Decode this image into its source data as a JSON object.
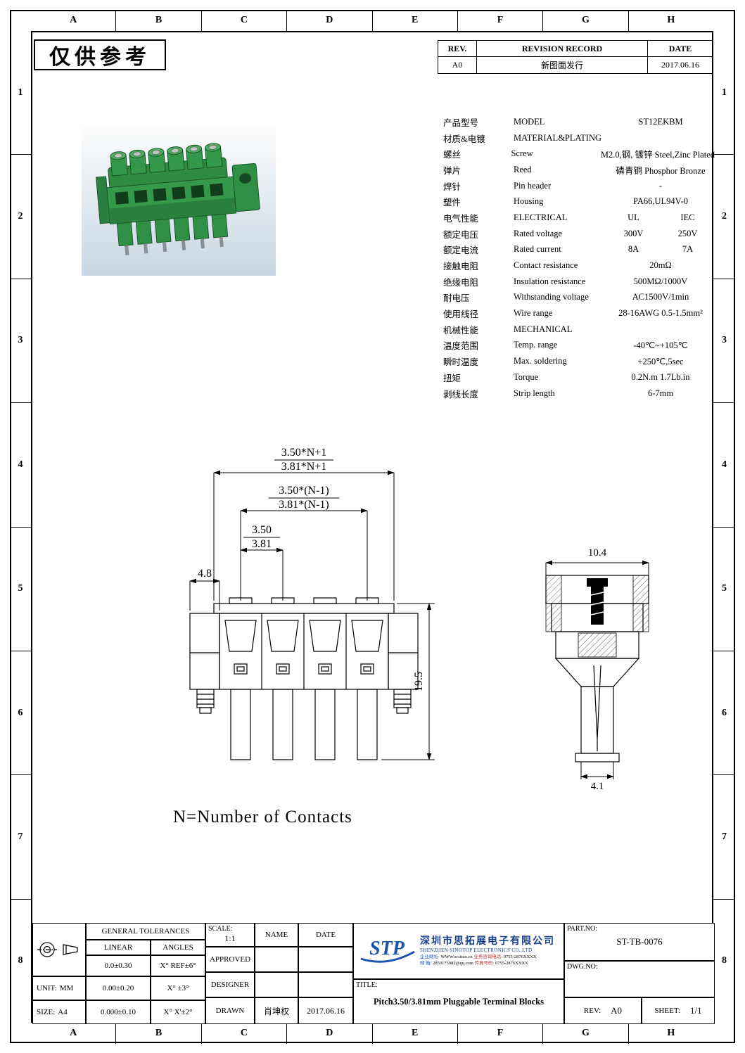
{
  "frame": {
    "cols": [
      "A",
      "B",
      "C",
      "D",
      "E",
      "F",
      "G",
      "H"
    ],
    "rows": [
      "1",
      "2",
      "3",
      "4",
      "5",
      "6",
      "7",
      "8"
    ]
  },
  "watermark": "仅供参考",
  "revision": {
    "rev_h": "REV.",
    "record_h": "REVISION RECORD",
    "date_h": "DATE",
    "rev": "A0",
    "record": "新图面发行",
    "date": "2017.06.16"
  },
  "specs": {
    "rows": [
      {
        "cn": "产品型号",
        "en": "MODEL",
        "v1": "ST12EKBM",
        "v2": ""
      },
      {
        "cn": "材质&电镀",
        "en": "MATERIAL&PLATING",
        "v1": "",
        "v2": ""
      },
      {
        "cn": "螺丝",
        "en": "Screw",
        "v1": "M2.0,钢, 镀锌 Steel,Zinc Plated",
        "v2": ""
      },
      {
        "cn": "弹片",
        "en": "Reed",
        "v1": "磷青铜 Phosphor Bronze",
        "v2": ""
      },
      {
        "cn": "焊针",
        "en": "Pin header",
        "v1": "-",
        "v2": ""
      },
      {
        "cn": "塑件",
        "en": "Housing",
        "v1": "PA66,UL94V-0",
        "v2": ""
      },
      {
        "cn": "电气性能",
        "en": "ELECTRICAL",
        "v1": "UL",
        "v2": "IEC"
      },
      {
        "cn": "额定电压",
        "en": "Rated voltage",
        "v1": "300V",
        "v2": "250V"
      },
      {
        "cn": "额定电流",
        "en": "Rated current",
        "v1": "8A",
        "v2": "7A"
      },
      {
        "cn": "接触电阻",
        "en": "Contact resistance",
        "v1": "20mΩ",
        "v2": ""
      },
      {
        "cn": "绝缘电阻",
        "en": "Insulation resistance",
        "v1": "500MΩ/1000V",
        "v2": ""
      },
      {
        "cn": "耐电压",
        "en": "Withstanding voltage",
        "v1": "AC1500V/1min",
        "v2": ""
      },
      {
        "cn": "使用线径",
        "en": "Wire range",
        "v1": "28-16AWG 0.5-1.5mm²",
        "v2": ""
      },
      {
        "cn": "机械性能",
        "en": "MECHANICAL",
        "v1": "",
        "v2": ""
      },
      {
        "cn": "温度范围",
        "en": "Temp. range",
        "v1": "-40℃~+105℃",
        "v2": ""
      },
      {
        "cn": "瞬时温度",
        "en": "Max. soldering",
        "v1": "+250℃,5sec",
        "v2": ""
      },
      {
        "cn": "扭矩",
        "en": "Torque",
        "v1": "0.2N.m 1.7Lb.in",
        "v2": ""
      },
      {
        "cn": "剥线长度",
        "en": "Strip length",
        "v1": "6-7mm",
        "v2": ""
      }
    ]
  },
  "drawing": {
    "front": {
      "overall_a": "3.50*N+1",
      "overall_b": "3.81*N+1",
      "inner_a": "3.50*(N-1)",
      "inner_b": "3.81*(N-1)",
      "pitch_a": "3.50",
      "pitch_b": "3.81",
      "flange": "4.8",
      "height": "19.5"
    },
    "side": {
      "width": "10.4",
      "stem": "4.1"
    },
    "note": "N=Number of Contacts"
  },
  "titleblock": {
    "tolerances": {
      "title": "GENERAL TOLERANCES",
      "linear_h": "LINEAR",
      "angles_h": "ANGLES",
      "rows": [
        [
          "0.0±0.30",
          "X° REF±6°"
        ],
        [
          "0.00±0.20",
          "X° ±3°"
        ],
        [
          "0.000±0.10",
          "X° X'±2°"
        ]
      ]
    },
    "unit_label": "UNIT:",
    "unit": "MM",
    "size_label": "SIZE:",
    "size": "A4",
    "scale_label": "SCALE:",
    "scale": "1:1",
    "name_h": "NAME",
    "date_h": "DATE",
    "approved": "APPROVED",
    "designer": "DESIGNER",
    "drawn": "DRAWN",
    "drawn_name": "肖坤权",
    "drawn_date": "2017.06.16",
    "company": {
      "logo": "STP",
      "name_cn": "深圳市思拓展电子有限公司",
      "name_en": "SHENZHEN SINOTOP ELECTRONICS CO.,LTD",
      "l1a": "企业网址:",
      "l1b": "WWW.scsituo.cn",
      "l1c": "业务咨询电话:",
      "l1d": "0755-2876XXXX",
      "l2a": "邮 箱:",
      "l2b": "2850175982@qq.com",
      "l2c": "传真号码:",
      "l2d": "0755-2876XXXX"
    },
    "part_no_label": "PART.NO:",
    "part_no": "ST-TB-0076",
    "dwg_no_label": "DWG.NO:",
    "title_label": "TITLE:",
    "title": "Pitch3.50/3.81mm Pluggable Terminal Blocks",
    "rev_label": "REV:",
    "rev": "A0",
    "sheet_label": "SHEET:",
    "sheet": "1/1"
  }
}
